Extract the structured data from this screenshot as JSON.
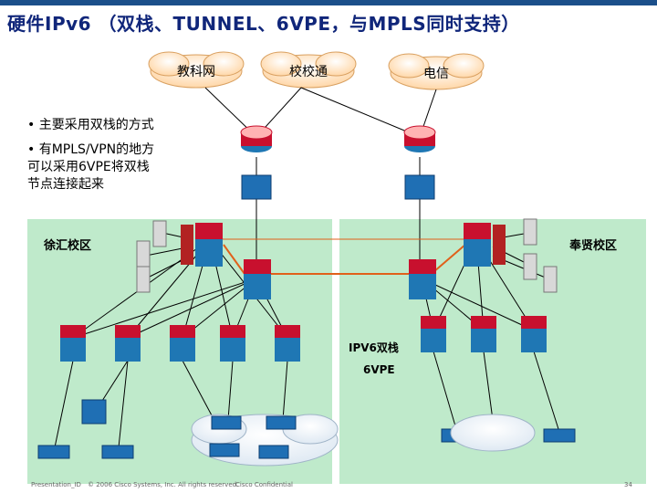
{
  "title": "硬件IPv6 （双栈、TUNNEL、6VPE，与MPLS同时支持）",
  "clouds": [
    "教科网",
    "校校通",
    "电信"
  ],
  "bullets": [
    "• 主要采用双栈的方式",
    "• 有MPLS/VPN的地方",
    "可以采用6VPE将双栈",
    "节点连接起来"
  ],
  "campus_left": "徐汇校区",
  "campus_right": "奉贤校区",
  "labels": {
    "dual_stack": "IPV6双栈",
    "vpe": "6VPE"
  },
  "footer": {
    "presentation_id": "Presentation_ID",
    "copyright": "© 2006 Cisco Systems, Inc. All rights reserved.",
    "confidential": "Cisco Confidential",
    "page": "34"
  },
  "colors": {
    "title": "#10267a",
    "campus_bg": "#bfeacb",
    "link_orange": "#e0601a",
    "device_red": "#c8102e",
    "device_blue": "#1f77b4"
  }
}
